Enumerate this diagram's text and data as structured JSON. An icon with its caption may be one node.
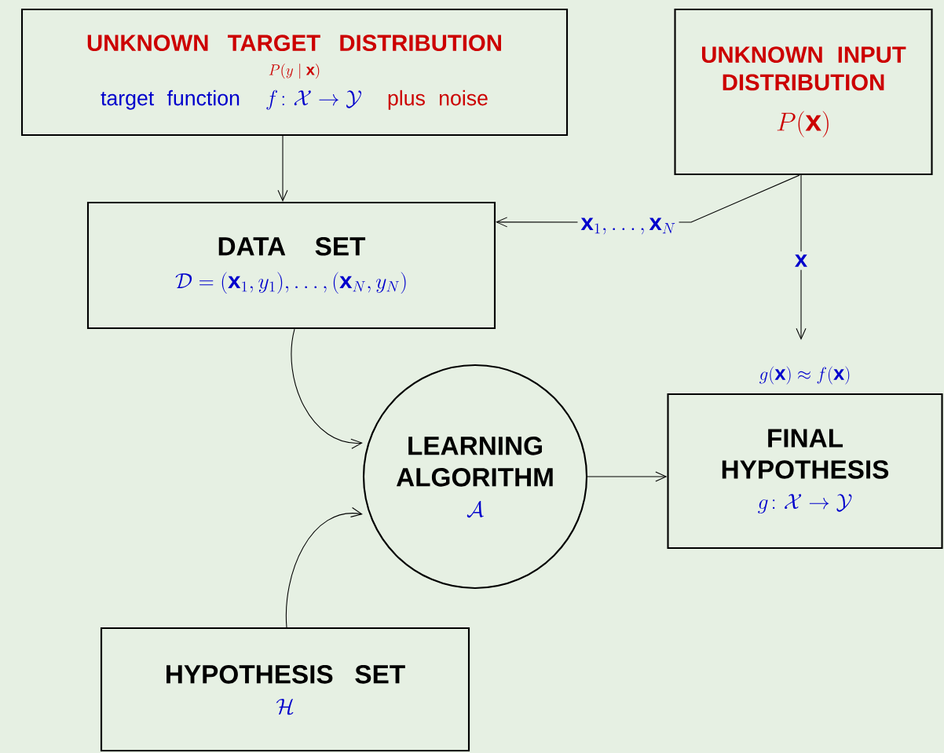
{
  "diagram": {
    "nodes": [
      {
        "text": [
          "UNKNOWN TARGET DISTRIBUTION",
          "P(y\\mid\\mathbf{x})",
          "target function",
          "f\\colon\\mathcal{X}\\to\\mathcal{Y}",
          "plus noise"
        ]
      },
      {
        "text": [
          "UNKNOWN INPUT DISTRIBUTION",
          "P(\\mathbf{x})"
        ]
      },
      {
        "text": [
          "DATA SET",
          "\\mathcal{D}=(\\mathbf{x}_1,y_1),\\ldots,(\\mathbf{x}_N,y_N)"
        ]
      },
      {
        "text": [
          "LEARNING ALGORITHM",
          "\\mathcal{A}"
        ]
      },
      {
        "text": [
          "FINAL HYPOTHESIS",
          "g\\colon\\mathcal{X}\\to\\mathcal{Y}"
        ],
        "beside": [
          "g(\\mathbf{x})\\approx f(\\mathbf{x})"
        ]
      },
      {
        "text": [
          "HYPOTHESIS SET",
          "\\mathcal{H}"
        ]
      }
    ],
    "edges": [
      {
        "from": 0,
        "to": 2,
        "arrow": "to"
      },
      {
        "from": 1,
        "to": 2,
        "arrow": "to",
        "label": "\\mathbf{x}_1,\\ldots,\\mathbf{x}_N"
      },
      {
        "from": 1,
        "to": 4,
        "arrow": "to",
        "label": "\\mathbf{x}"
      },
      {
        "from": 2,
        "to": 3,
        "arrow": "to"
      },
      {
        "from": 5,
        "to": 3,
        "arrow": "to"
      },
      {
        "from": 3,
        "to": 4,
        "arrow": "to"
      }
    ]
  }
}
